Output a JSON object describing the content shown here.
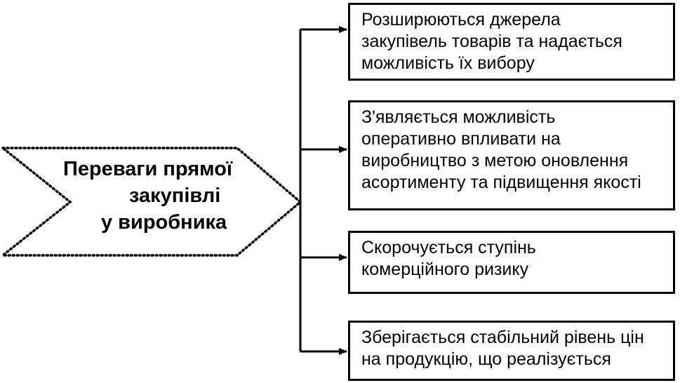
{
  "diagram": {
    "main": {
      "lines": [
        "Переваги прямої",
        "закупівлі",
        "у виробника"
      ]
    },
    "benefits": [
      {
        "lines": [
          "Розширюються джерела",
          "закупівель товарів та надається",
          "можливість їх вибору"
        ]
      },
      {
        "lines": [
          "З'являється можливість",
          "оперативно впливати на",
          "виробництво з метою оновлення",
          "асортименту та підвищення якості"
        ]
      },
      {
        "lines": [
          "Скорочується ступінь",
          "комерційного ризику"
        ]
      },
      {
        "lines": [
          "Зберігається стабільний рівень цін",
          "на продукцію, що реалізується"
        ]
      }
    ],
    "colors": {
      "stroke": "#000000",
      "background": "#ffffff"
    }
  }
}
